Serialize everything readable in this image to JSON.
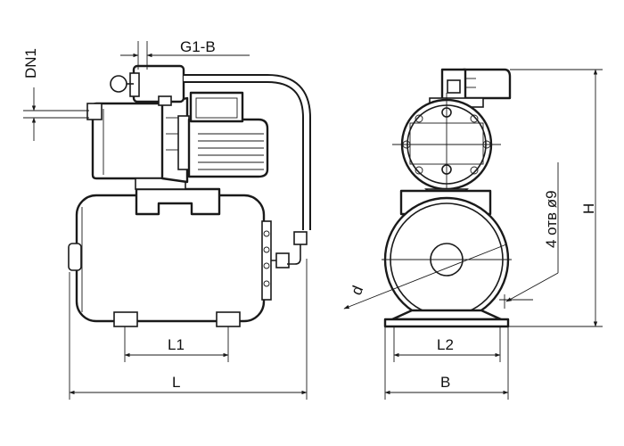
{
  "diagram": {
    "labels": {
      "dn1": "DN1",
      "g1b": "G1-B",
      "l1": "L1",
      "l": "L",
      "l2": "L2",
      "b": "B",
      "d": "d",
      "h": "H",
      "holes": "4 отв ø9"
    }
  }
}
